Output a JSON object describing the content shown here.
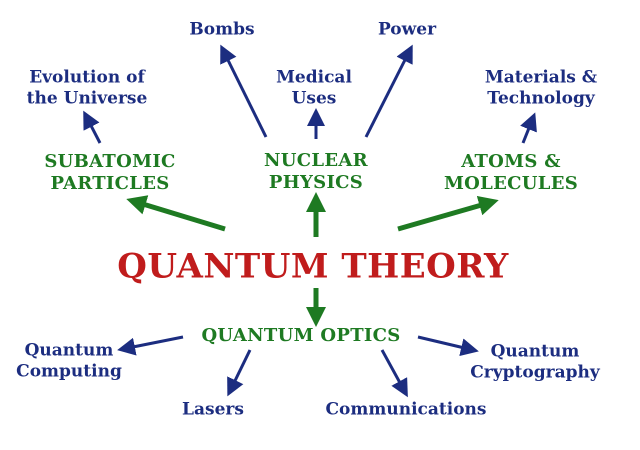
{
  "center": {
    "title": "QUANTUM THEORY"
  },
  "branches": {
    "subatomic": {
      "line1": "SUBATOMIC",
      "line2": "PARTICLES"
    },
    "nuclear": {
      "line1": "NUCLEAR",
      "line2": "PHYSICS"
    },
    "atoms": {
      "line1": "ATOMS &",
      "line2": "MOLECULES"
    },
    "optics": {
      "line1": "QUANTUM OPTICS"
    }
  },
  "leaves": {
    "evolution": {
      "line1": "Evolution of",
      "line2": "the Universe"
    },
    "bombs": {
      "line1": "Bombs"
    },
    "medical": {
      "line1": "Medical",
      "line2": "Uses"
    },
    "power": {
      "line1": "Power"
    },
    "materials": {
      "line1": "Materials &",
      "line2": "Technology"
    },
    "computing": {
      "line1": "Quantum",
      "line2": "Computing"
    },
    "lasers": {
      "line1": "Lasers"
    },
    "communications": {
      "line1": "Communications"
    },
    "cryptography": {
      "line1": "Quantum",
      "line2": "Cryptography"
    }
  },
  "colors": {
    "center_text": "#c01c1c",
    "branch_text": "#1e7a22",
    "branch_arrow": "#1e7a22",
    "leaf_text": "#1c2d80",
    "leaf_arrow": "#1c2d80"
  }
}
